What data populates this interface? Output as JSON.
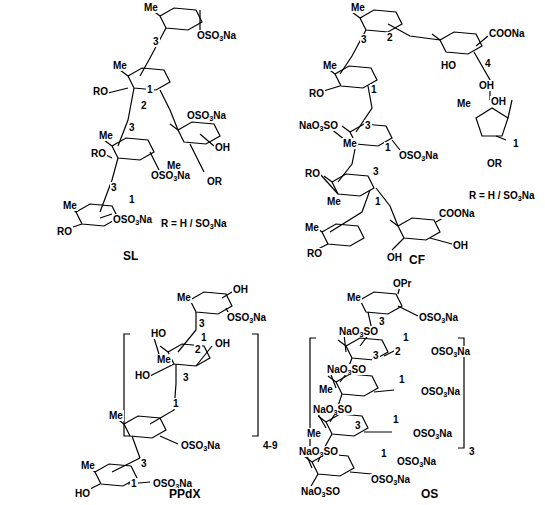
{
  "diagram": {
    "labels": [
      "Me",
      "OSO3Na",
      "3",
      "RO",
      "1",
      "2",
      "OSO3Na",
      "Me",
      "3",
      "Me",
      "RO",
      "OSO3Na",
      "3",
      "1",
      "Me",
      "OSO3Na",
      "RO",
      "OH",
      "Me",
      "OR",
      "R = H / SO3Na",
      "SL",
      "Me",
      "3",
      "2",
      "COONa",
      "HO",
      "4",
      "OH",
      "RO",
      "1",
      "Me",
      "NaO3SO",
      "Me",
      "3",
      "OSO3Na",
      "1",
      "Me",
      "OH",
      "1",
      "OR",
      "R = H / SO3Na",
      "RO",
      "3",
      "Me",
      "Me",
      "1",
      "RO",
      "COONa",
      "OH",
      "OH",
      "CF",
      "OH",
      "Me",
      "3",
      "OSO3Na",
      "HO",
      "1",
      "2",
      "OH",
      "Me",
      "3",
      "HO",
      "1",
      "Me",
      "OSO3Na",
      "3",
      "Me",
      "1",
      "OSO3Na",
      "HO",
      "4-9",
      "PPdX",
      "OPr",
      "Me",
      "3",
      "OSO3Na",
      "NaO3SO",
      "1",
      "2",
      "OSO3Na",
      "3",
      "NaO3SO",
      "1",
      "Me",
      "OSO3Na",
      "NaO3SO",
      "1",
      "3",
      "Me",
      "OSO3Na",
      "NaO3SO",
      "1",
      "OSO3Na",
      "OSO3Na",
      "NaO3SO",
      "3",
      "OS"
    ]
  }
}
